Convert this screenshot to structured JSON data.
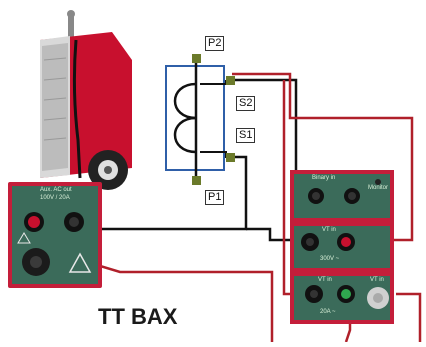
{
  "labels": {
    "p2": "P2",
    "p1": "P1",
    "s2": "S2",
    "s1": "S1"
  },
  "caption": "TT BAX",
  "aux_panel": {
    "title": "Aux. AC out",
    "rating": "100V / 20A"
  },
  "panel_binary": {
    "title": "Binary in",
    "sub": "Monitor"
  },
  "panel_vt_in": {
    "title": "VT in",
    "rating": "300V ~"
  },
  "panel_bottom": {
    "left_title": "VT in",
    "right_title": "VT in",
    "rating": "20A ~"
  },
  "colors": {
    "device_red": "#c8102e",
    "panel_green": "#3b6b5a",
    "panel_border": "#c41e3a",
    "wire_red": "#b0202a",
    "wire_black": "#111111",
    "ct_frame": "#2f5fa8",
    "terminal_olive": "#6b7a2a"
  }
}
